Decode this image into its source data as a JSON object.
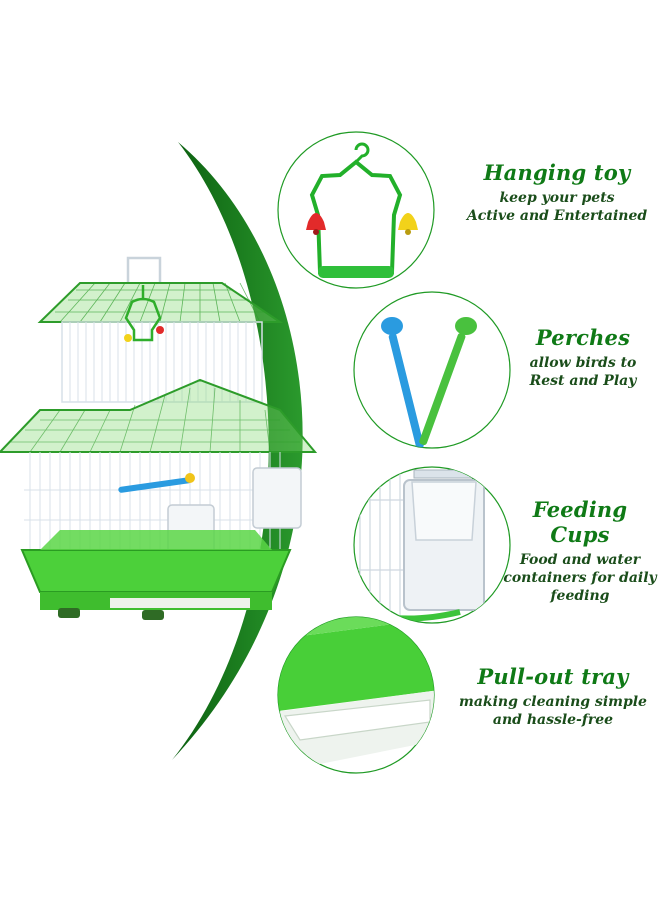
{
  "features": [
    {
      "title": "Hanging toy",
      "lines": [
        "keep your pets",
        "Active and Entertained"
      ]
    },
    {
      "title": "Perches",
      "lines": [
        "allow birds to",
        "Rest and Play"
      ]
    },
    {
      "title": "Feeding Cups",
      "lines": [
        "Food and water",
        "containers for daily",
        "feeding"
      ]
    },
    {
      "title": "Pull-out tray",
      "lines": [
        "making cleaning simple",
        "and hassle-free"
      ]
    }
  ],
  "colors": {
    "accent_green": "#1a8a1f",
    "tray_green": "#4cd03a",
    "wire": "#dfe7ee",
    "perch_blue": "#2a9be0",
    "bell_red": "#e22a2a",
    "bell_yellow": "#f2d21a"
  }
}
